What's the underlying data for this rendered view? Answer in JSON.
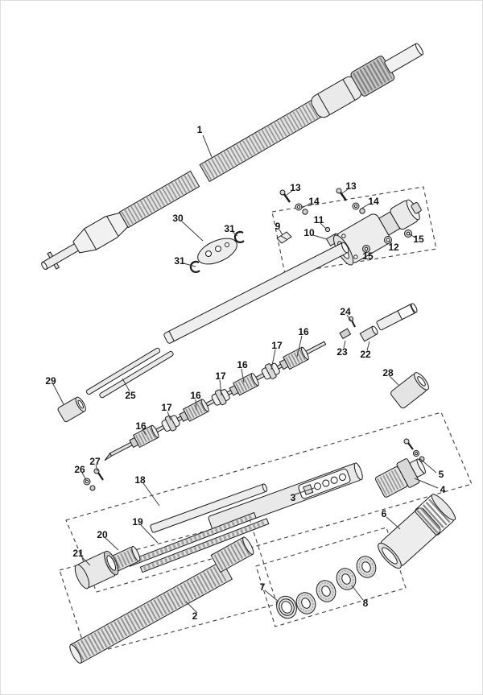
{
  "diagram": {
    "type": "exploded-parts-diagram",
    "background": "#ffffff",
    "ink": "#1a1a1a",
    "accent_gray": "#979797",
    "callouts": [
      {
        "label": "1"
      },
      {
        "label": "13"
      },
      {
        "label": "14"
      },
      {
        "label": "13"
      },
      {
        "label": "14"
      },
      {
        "label": "11"
      },
      {
        "label": "10"
      },
      {
        "label": "9"
      },
      {
        "label": "12"
      },
      {
        "label": "15"
      },
      {
        "label": "15"
      },
      {
        "label": "30"
      },
      {
        "label": "31"
      },
      {
        "label": "31"
      },
      {
        "label": "24"
      },
      {
        "label": "23"
      },
      {
        "label": "22"
      },
      {
        "label": "16"
      },
      {
        "label": "17"
      },
      {
        "label": "16"
      },
      {
        "label": "17"
      },
      {
        "label": "16"
      },
      {
        "label": "17"
      },
      {
        "label": "16"
      },
      {
        "label": "28"
      },
      {
        "label": "29"
      },
      {
        "label": "25"
      },
      {
        "label": "27"
      },
      {
        "label": "26"
      },
      {
        "label": "18"
      },
      {
        "label": "3"
      },
      {
        "label": "5"
      },
      {
        "label": "4"
      },
      {
        "label": "6"
      },
      {
        "label": "19"
      },
      {
        "label": "20"
      },
      {
        "label": "21"
      },
      {
        "label": "7"
      },
      {
        "label": "8"
      },
      {
        "label": "2"
      }
    ]
  }
}
